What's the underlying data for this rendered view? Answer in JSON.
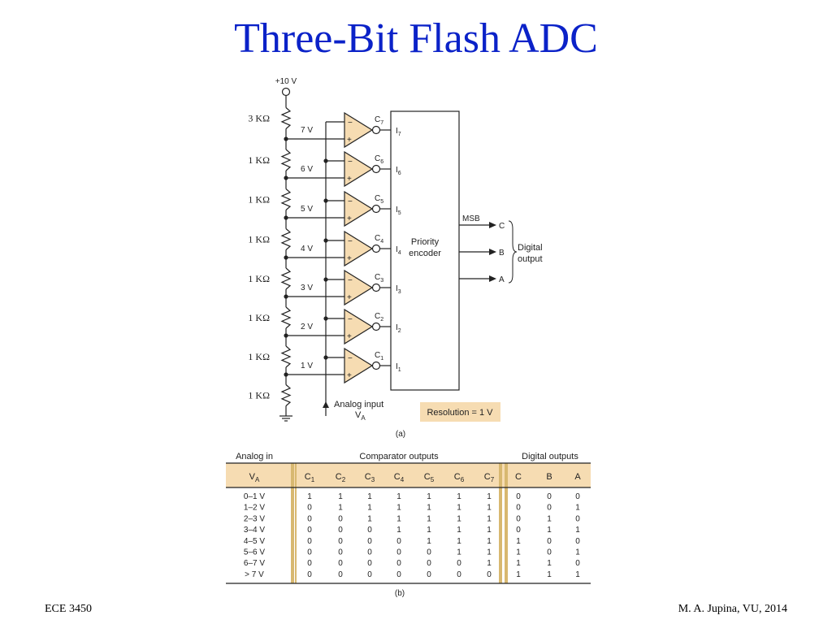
{
  "slide": {
    "title": "Three-Bit Flash ADC",
    "footer_left": "ECE 3450",
    "footer_right": "M. A. Jupina, VU, 2014"
  },
  "circuit": {
    "supply": "+10 V",
    "resistors": [
      "3 KΩ",
      "1 KΩ",
      "1 KΩ",
      "1 KΩ",
      "1 KΩ",
      "1 KΩ",
      "1 KΩ",
      "1 KΩ"
    ],
    "comparators": [
      {
        "name": "C",
        "sub": "7",
        "ref": "7 V",
        "input": "I",
        "isub": "7"
      },
      {
        "name": "C",
        "sub": "6",
        "ref": "6 V",
        "input": "I",
        "isub": "6"
      },
      {
        "name": "C",
        "sub": "5",
        "ref": "5 V",
        "input": "I",
        "isub": "5"
      },
      {
        "name": "C",
        "sub": "4",
        "ref": "4 V",
        "input": "I",
        "isub": "4"
      },
      {
        "name": "C",
        "sub": "3",
        "ref": "3 V",
        "input": "I",
        "isub": "3"
      },
      {
        "name": "C",
        "sub": "2",
        "ref": "2 V",
        "input": "I",
        "isub": "2"
      },
      {
        "name": "C",
        "sub": "1",
        "ref": "1 V",
        "input": "I",
        "isub": "1"
      }
    ],
    "encoder_line1": "Priority",
    "encoder_line2": "encoder",
    "msb": "MSB",
    "outputs": [
      "C",
      "B",
      "A"
    ],
    "digital_line1": "Digital",
    "digital_line2": "output",
    "analog_line1": "Analog input",
    "analog_v": "V",
    "analog_sub": "A",
    "resolution": "Resolution = 1 V",
    "caption": "(a)"
  },
  "truth_table": {
    "group_analog": "Analog in",
    "group_comparators": "Comparator outputs",
    "group_digital": "Digital outputs",
    "va_label": "V",
    "va_sub": "A",
    "comp_headers": [
      "1",
      "2",
      "3",
      "4",
      "5",
      "6",
      "7"
    ],
    "digital_headers": [
      "C",
      "B",
      "A"
    ],
    "rows": [
      {
        "range": "0–1 V",
        "comps": [
          1,
          1,
          1,
          1,
          1,
          1,
          1
        ],
        "digital": [
          0,
          0,
          0
        ]
      },
      {
        "range": "1–2 V",
        "comps": [
          0,
          1,
          1,
          1,
          1,
          1,
          1
        ],
        "digital": [
          0,
          0,
          1
        ]
      },
      {
        "range": "2–3 V",
        "comps": [
          0,
          0,
          1,
          1,
          1,
          1,
          1
        ],
        "digital": [
          0,
          1,
          0
        ]
      },
      {
        "range": "3–4 V",
        "comps": [
          0,
          0,
          0,
          1,
          1,
          1,
          1
        ],
        "digital": [
          0,
          1,
          1
        ]
      },
      {
        "range": "4–5 V",
        "comps": [
          0,
          0,
          0,
          0,
          1,
          1,
          1
        ],
        "digital": [
          1,
          0,
          0
        ]
      },
      {
        "range": "5–6 V",
        "comps": [
          0,
          0,
          0,
          0,
          0,
          1,
          1
        ],
        "digital": [
          1,
          0,
          1
        ]
      },
      {
        "range": "6–7 V",
        "comps": [
          0,
          0,
          0,
          0,
          0,
          0,
          1
        ],
        "digital": [
          1,
          1,
          0
        ]
      },
      {
        "range": "> 7 V",
        "comps": [
          0,
          0,
          0,
          0,
          0,
          0,
          0
        ],
        "digital": [
          1,
          1,
          1
        ]
      }
    ],
    "caption": "(b)"
  },
  "colors": {
    "title": "#0b22c8",
    "comparator_fill": "#f6dcb2",
    "resolution_fill": "#f6dcb2",
    "header_fill": "#f6dcb2",
    "separator": "#d8b870",
    "wire": "#222222"
  }
}
